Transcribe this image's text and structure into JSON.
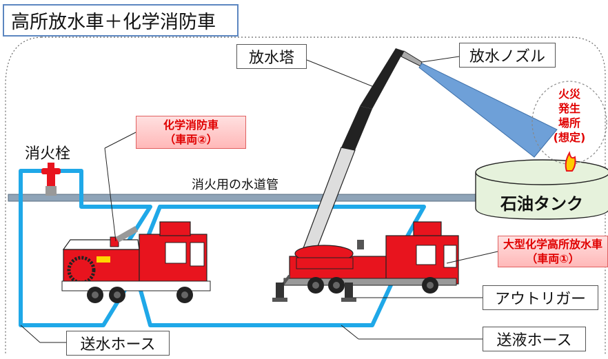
{
  "title": "高所放水車＋化学消防車",
  "labels": {
    "tower": "放水塔",
    "nozzle": "放水ノズル",
    "hydrant": "消火栓",
    "water_main": "消火用の水道管",
    "tank": "石油タンク",
    "outrigger": "アウトリガー",
    "supply_hose": "送水ホース",
    "liquid_hose": "送液ホース"
  },
  "chemical_truck": {
    "name": "化学消防車",
    "vehicle_no": "（車両②）"
  },
  "large_truck": {
    "name": "大型化学高所放水車",
    "vehicle_no": "（車両①）"
  },
  "fire_site": {
    "line1": "火災",
    "line2": "発生",
    "line3": "場所",
    "line4": "(想定)"
  },
  "colors": {
    "hose": "#1fa8e8",
    "truck_red": "#e8141e",
    "title_border": "#5b86c0",
    "label_red": "#e00000",
    "tank_fill": "#e6f2dc"
  }
}
